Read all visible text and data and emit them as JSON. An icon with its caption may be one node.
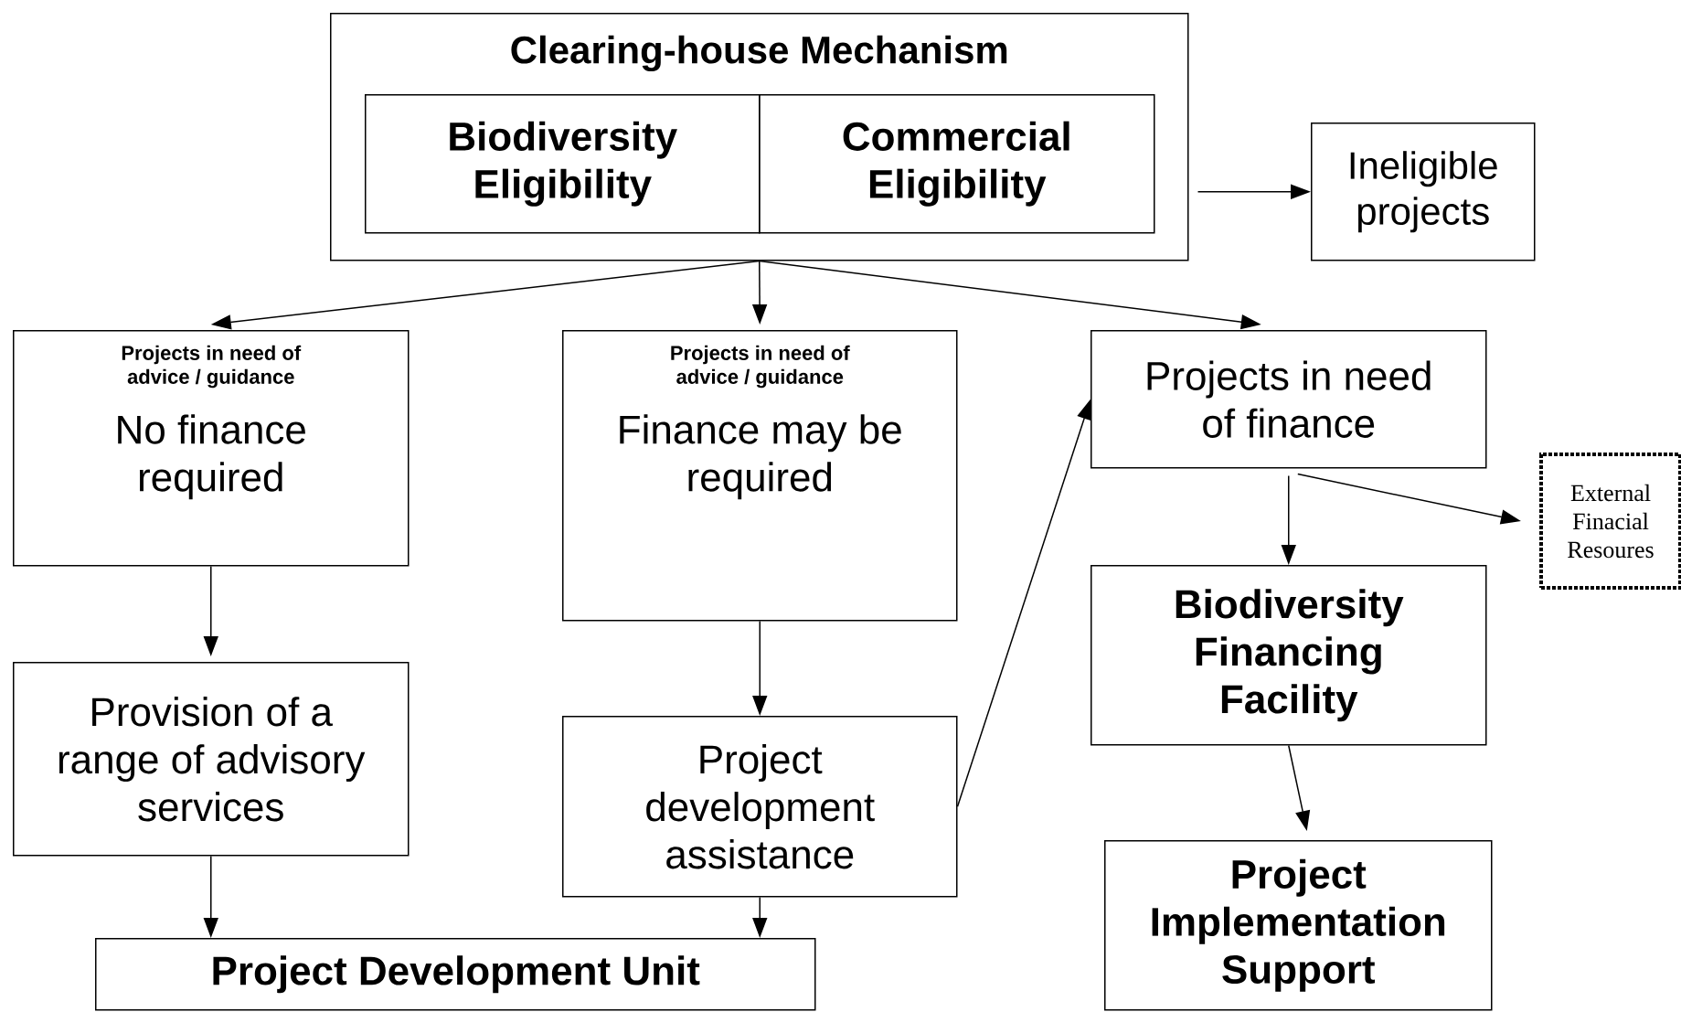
{
  "diagram": {
    "nodes": [
      {
        "text": [
          "Clearing-house Mechanism"
        ]
      },
      {
        "text": [
          "Biodiversity Eligibility"
        ],
        "in": 0
      },
      {
        "text": [
          "Commercial Eligibility"
        ],
        "in": 0
      },
      {
        "text": [
          "Ineligible projects"
        ]
      },
      {
        "text": [
          "Projects in need of advice / guidance",
          "No finance required"
        ]
      },
      {
        "text": [
          "Projects in need of advice / guidance",
          "Finance may be required"
        ]
      },
      {
        "text": [
          "Projects in need of finance"
        ]
      },
      {
        "text": [
          "External Finacial Resoures"
        ]
      },
      {
        "text": [
          "Provision of a range of advisory services"
        ]
      },
      {
        "text": [
          "Project development assistance"
        ]
      },
      {
        "text": [
          "Biodiversity Financing Facility"
        ]
      },
      {
        "text": [
          "Project Development Unit"
        ]
      },
      {
        "text": [
          "Project Implementation Support"
        ]
      }
    ],
    "edges": [
      {
        "from": 0,
        "to": 3,
        "arrow": "to"
      },
      {
        "from": 0,
        "to": 4,
        "arrow": "to"
      },
      {
        "from": 0,
        "to": 5,
        "arrow": "to"
      },
      {
        "from": 0,
        "to": 6,
        "arrow": "to"
      },
      {
        "from": 4,
        "to": 8,
        "arrow": "to"
      },
      {
        "from": 8,
        "to": 11,
        "arrow": "to"
      },
      {
        "from": 5,
        "to": 9,
        "arrow": "to"
      },
      {
        "from": 9,
        "to": 11,
        "arrow": "to"
      },
      {
        "from": 9,
        "to": 6,
        "arrow": "to"
      },
      {
        "from": 6,
        "to": 10,
        "arrow": "to"
      },
      {
        "from": 6,
        "to": 7,
        "arrow": "to"
      },
      {
        "from": 10,
        "to": 12,
        "arrow": "to"
      }
    ]
  }
}
